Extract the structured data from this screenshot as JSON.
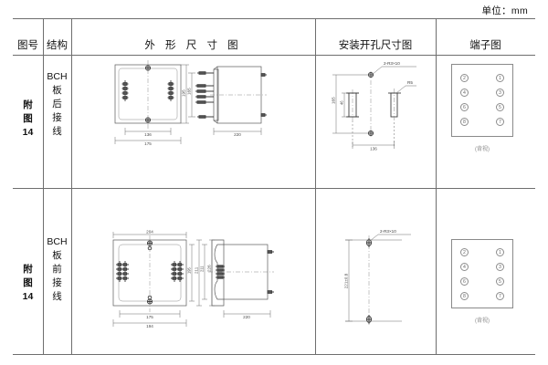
{
  "unit_note": "单位：mm",
  "table": {
    "headers": [
      {
        "label": "图号"
      },
      {
        "label": "结构"
      },
      {
        "label": "外 形 尺 寸 图"
      },
      {
        "label": "安装开孔尺寸图"
      },
      {
        "label": "端子图"
      }
    ],
    "rows": [
      {
        "drawing_no_lines": [
          "附",
          "图",
          "14"
        ],
        "structure_lines": [
          "BCH",
          "板",
          "后",
          "接",
          "线"
        ],
        "outline": {
          "front_view": {
            "width_outer": "175",
            "width_inner": "136",
            "height": "195"
          },
          "side_view": {
            "height": "165",
            "depth": "220"
          }
        },
        "mounting": {
          "callout_slot": "2-R3×10",
          "callout_radius": "R5",
          "height_outer": "165",
          "height_inner": "46",
          "width": "136"
        },
        "terminal": {
          "left_numbers": [
            "2",
            "4",
            "6",
            "8"
          ],
          "right_numbers": [
            "1",
            "3",
            "5",
            "7"
          ],
          "caption": "(背视)"
        }
      },
      {
        "drawing_no_lines": [
          "附",
          "图",
          "14"
        ],
        "structure_lines": [
          "BCH",
          "板",
          "前",
          "接",
          "线"
        ],
        "outline": {
          "front_view": {
            "width_top": "204",
            "width_outer": "194",
            "width_inner": "175",
            "height_inner": "195",
            "height_outer": "211"
          },
          "side_view": {
            "height_inner": "211",
            "height_outer": "226",
            "depth": "220"
          }
        },
        "mounting": {
          "callout_slot": "2-R3×10",
          "height": "221±0.8"
        },
        "terminal": {
          "left_numbers": [
            "2",
            "4",
            "6",
            "8"
          ],
          "right_numbers": [
            "1",
            "3",
            "5",
            "7"
          ],
          "caption": "(背视)"
        }
      }
    ]
  }
}
